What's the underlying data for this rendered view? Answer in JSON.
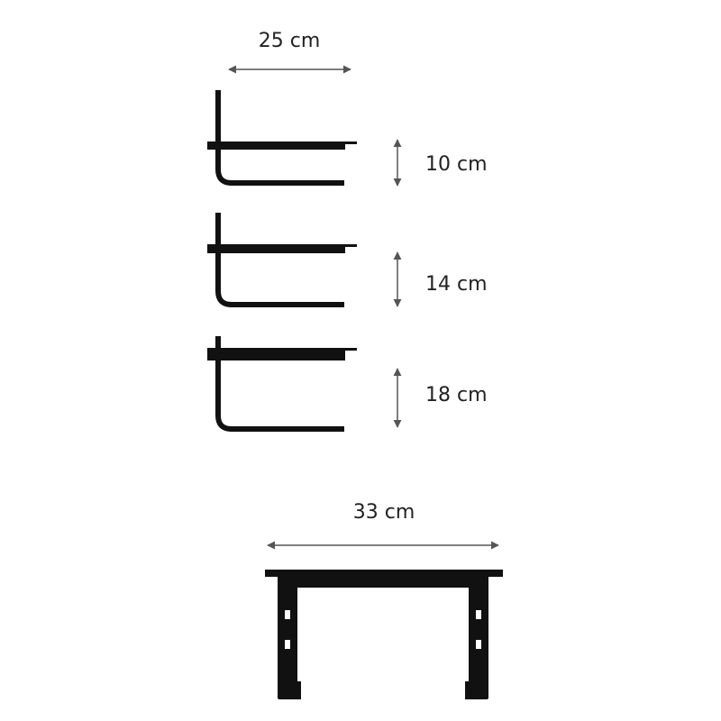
{
  "colors": {
    "stand": "#111111",
    "arrow": "#555555",
    "label": "#222222",
    "background": "#ffffff"
  },
  "side_view": {
    "depth_label": "25 cm",
    "heights": [
      {
        "label": "10 cm"
      },
      {
        "label": "14 cm"
      },
      {
        "label": "18 cm"
      }
    ]
  },
  "front_view": {
    "width_label": "33 cm"
  }
}
